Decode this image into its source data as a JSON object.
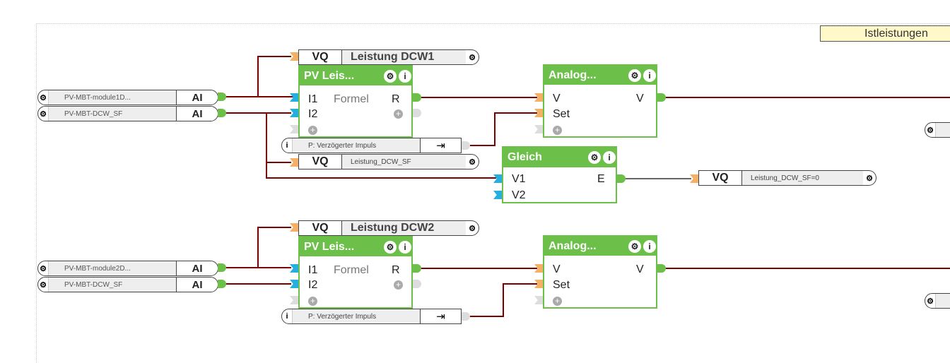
{
  "note": "Istleistungen",
  "colors": {
    "wire": "#7a0000",
    "block": "#6cc04a",
    "note_bg": "#fff8c8"
  },
  "rows": [
    {
      "inputs": [
        {
          "name": "PV-MBT-module1D...",
          "type": "AI"
        },
        {
          "name": "PV-MBT-DCW_SF",
          "type": "AI"
        }
      ],
      "vq_top": {
        "type": "VQ",
        "name": "Leistung DCW1"
      },
      "formula": {
        "title": "PV Leis...",
        "in1": "I1",
        "in2": "I2",
        "mid": "Formel",
        "out": "R"
      },
      "param": {
        "icon": "i",
        "name": "P: Verzögerter Impuls"
      },
      "vq_sf": {
        "type": "VQ",
        "name": "Leistung_DCW_SF"
      },
      "analog": {
        "title": "Analog...",
        "in1": "V",
        "in2": "Set",
        "out": "V"
      },
      "gleich": {
        "title": "Gleich",
        "in1": "V1",
        "in2": "V2",
        "out": "E"
      },
      "vq_eq": {
        "type": "VQ",
        "name": "Leistung_DCW_SF=0"
      }
    },
    {
      "inputs": [
        {
          "name": "PV-MBT-module2D...",
          "type": "AI"
        },
        {
          "name": "PV-MBT-DCW_SF",
          "type": "AI"
        }
      ],
      "vq_top": {
        "type": "VQ",
        "name": "Leistung DCW2"
      },
      "formula": {
        "title": "PV Leis...",
        "in1": "I1",
        "in2": "I2",
        "mid": "Formel",
        "out": "R"
      },
      "param": {
        "icon": "i",
        "name": "P: Verzögerter Impuls"
      },
      "analog": {
        "title": "Analog...",
        "in1": "V",
        "in2": "Set",
        "out": "V"
      }
    }
  ]
}
